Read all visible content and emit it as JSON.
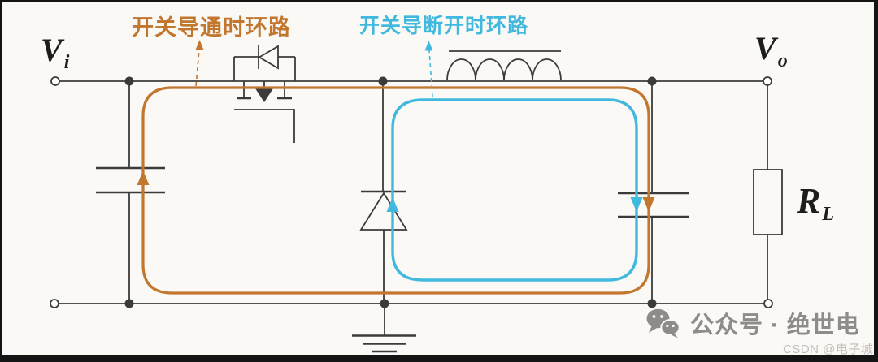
{
  "labels": {
    "vi": {
      "main": "V",
      "sub": "i"
    },
    "vo": {
      "main": "V",
      "sub": "o"
    },
    "rl": {
      "main": "R",
      "sub": "L"
    }
  },
  "annotations": {
    "on_loop_label": "开关导通时环路",
    "off_loop_label": "开关导断开时环路"
  },
  "watermarks": {
    "wechat": "公众号 · 绝世电",
    "csdn": "CSDN @电子城"
  },
  "icons": {
    "wechat": "wechat-icon"
  },
  "colors": {
    "on_loop": "#c2762e",
    "off_loop": "#41b9de",
    "wire": "#3b3b3b",
    "watermark": "#8e8b8b",
    "csdn": "#c3bebb",
    "background": "#fbf9f6",
    "frame": "#141414"
  }
}
